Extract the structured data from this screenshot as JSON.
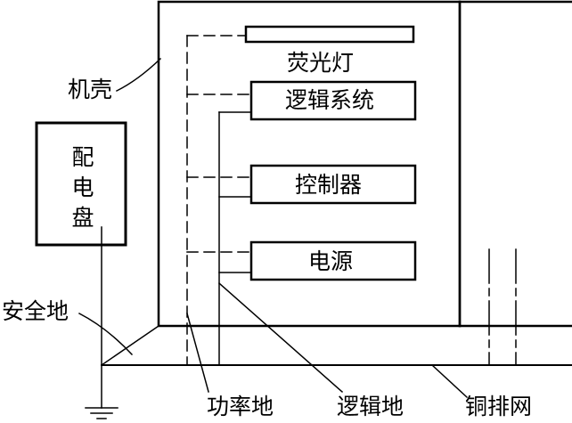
{
  "components": {
    "fluorescent": "荧光灯",
    "logic_system": "逻辑系统",
    "controller": "控制器",
    "power_supply": "电源",
    "distribution_panel": "配电盘"
  },
  "labels": {
    "chassis": "机壳",
    "safety_ground": "安全地",
    "power_ground": "功率地",
    "logic_ground": "逻辑地",
    "copper_bus": "铜排网"
  },
  "colors": {
    "stroke": "#000000",
    "background": "#ffffff"
  }
}
